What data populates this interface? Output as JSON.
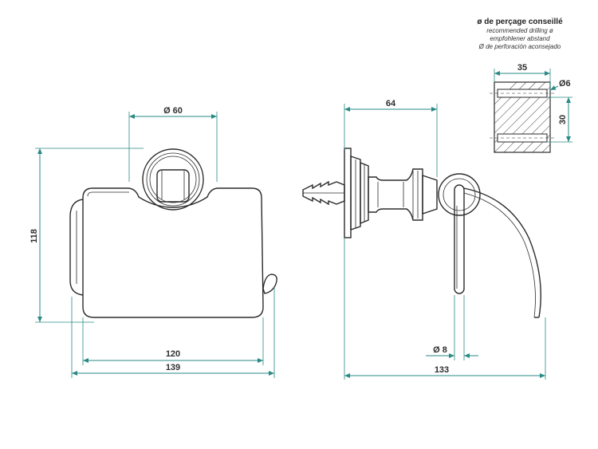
{
  "drilling_note": {
    "title": "ø de perçage conseillé",
    "lines": [
      "recommended drilling ø",
      "empfohlener abstand",
      "Ø de perforación aconsejado"
    ]
  },
  "front_view": {
    "dim_diameter": "Ø 60",
    "dim_height": "118",
    "dim_inner_width": "120",
    "dim_total_width": "139"
  },
  "side_view": {
    "dim_depth_top": "64",
    "dim_rod_diameter": "Ø 8",
    "dim_total_depth": "133"
  },
  "detail": {
    "dim_width": "35",
    "dim_hole_diameter": "Ø6",
    "dim_spacing": "30"
  },
  "colors": {
    "dimension_line": "#2a8a85",
    "part_outline": "#2b2b2b",
    "background": "#ffffff"
  }
}
